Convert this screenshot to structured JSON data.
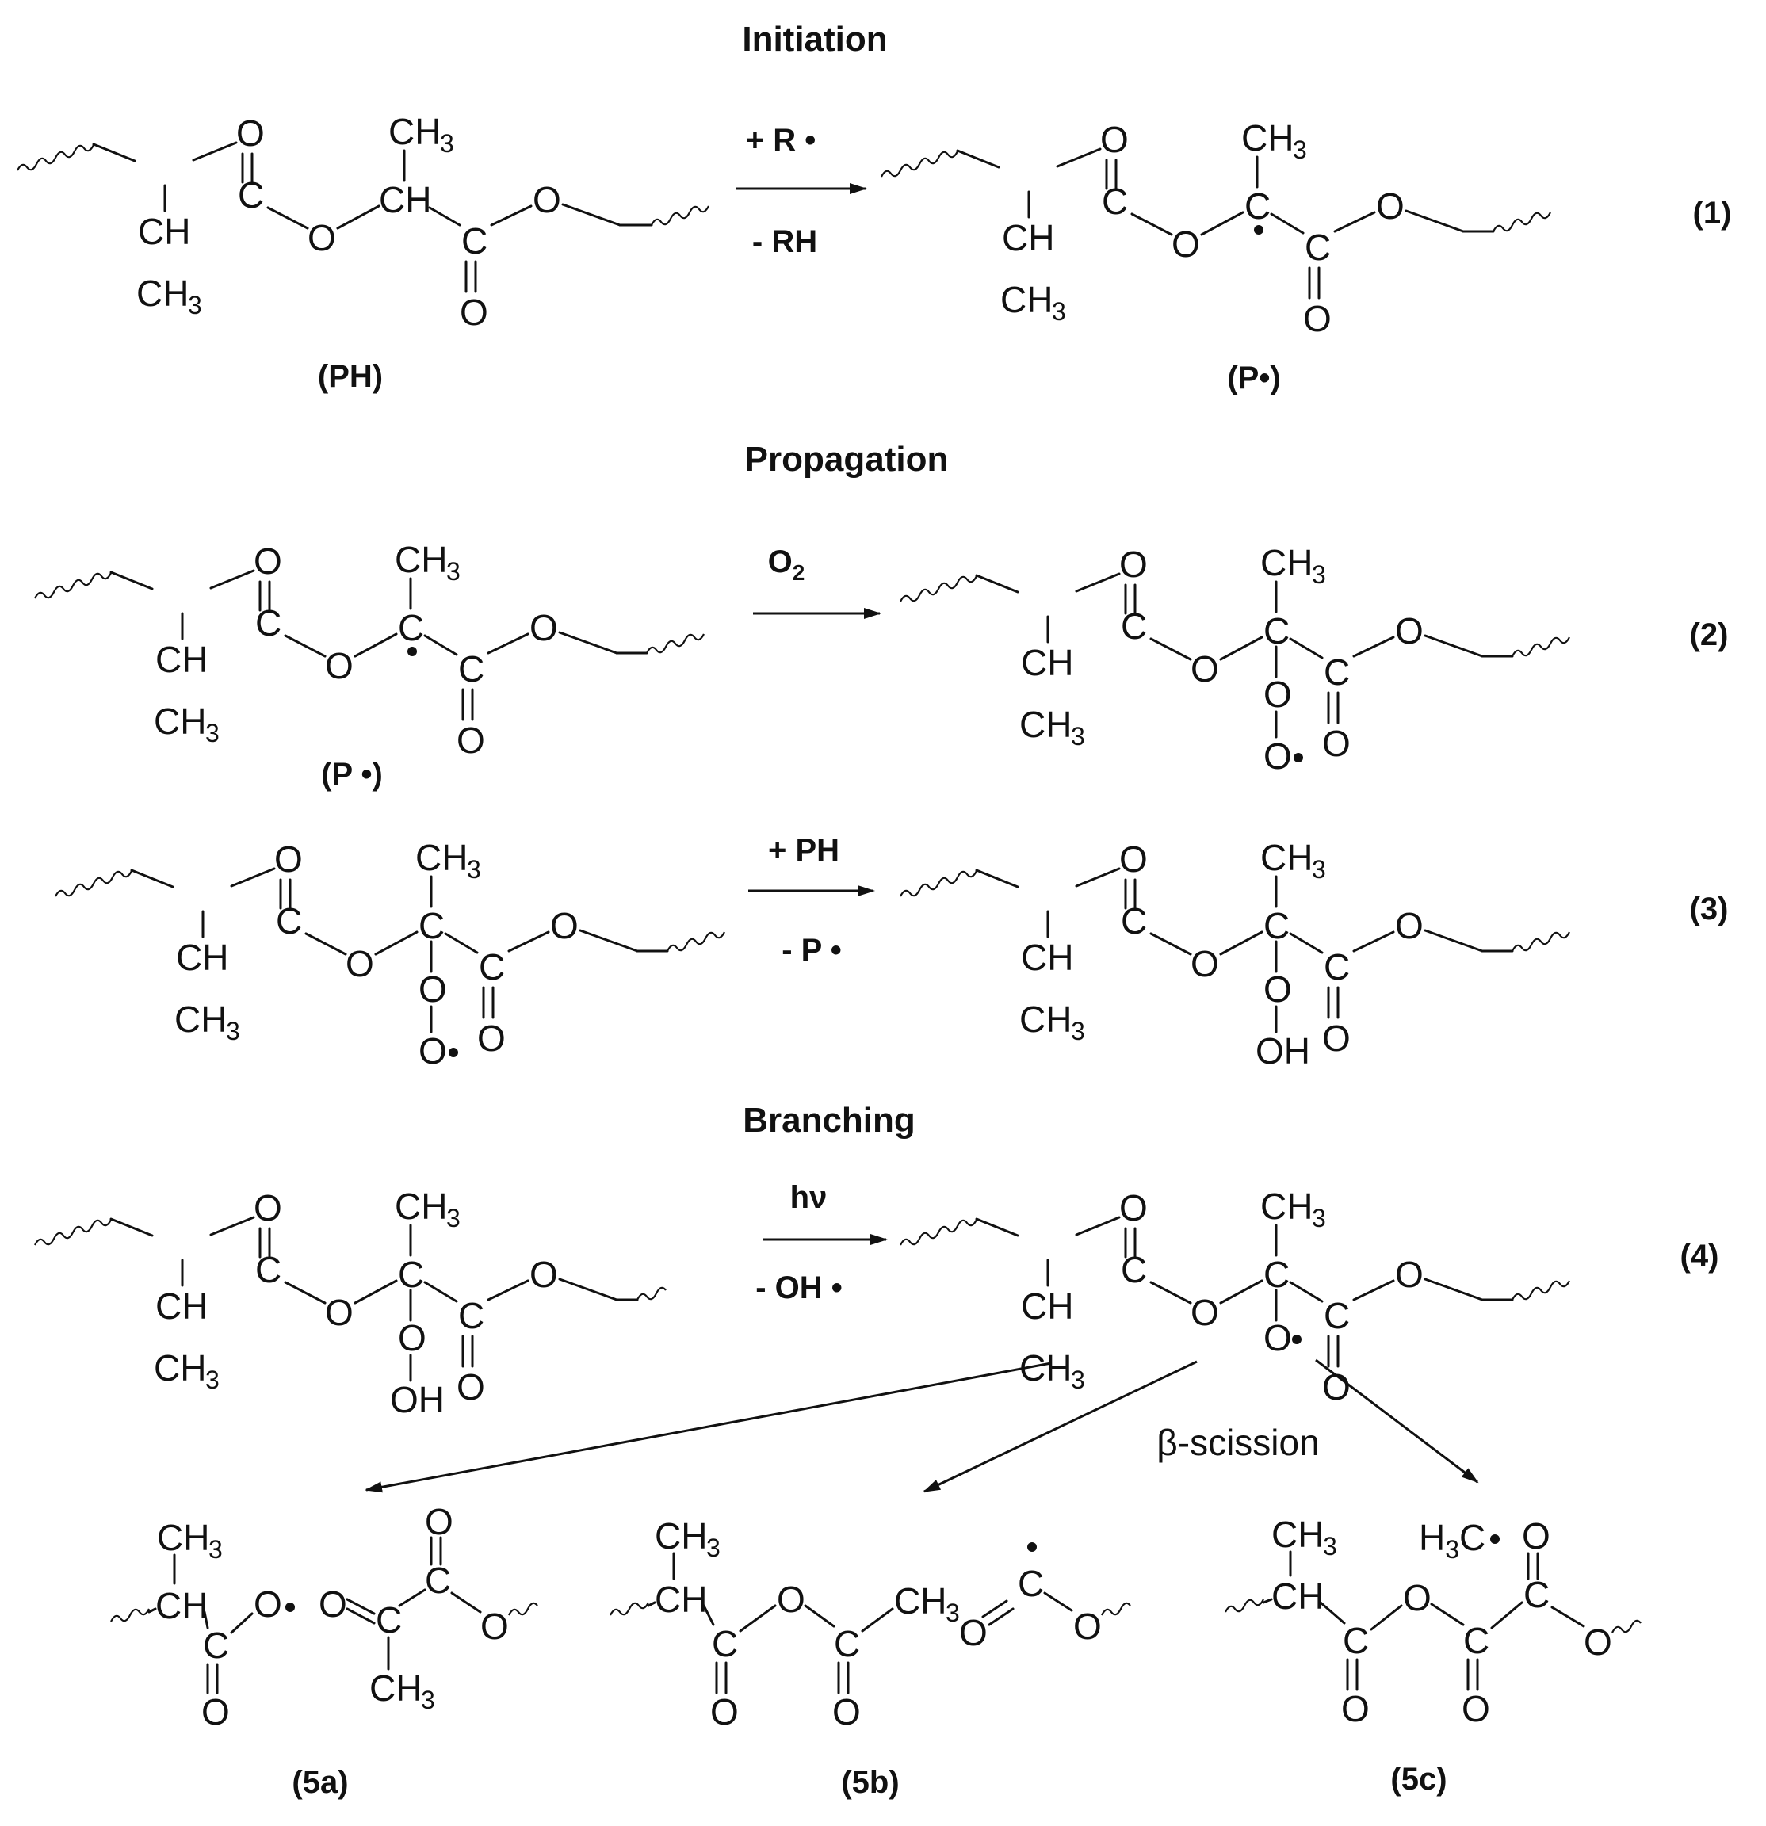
{
  "sections": {
    "initiation": "Initiation",
    "propagation": "Propagation",
    "branching": "Branching"
  },
  "equations": [
    "(1)",
    "(2)",
    "(3)",
    "(4)"
  ],
  "reagents": {
    "r1_top": "+ R •",
    "r1_bottom": "- RH",
    "r2_top": "O",
    "r2_top_sub": "2",
    "r3_top": "+ PH",
    "r3_bottom": "- P •",
    "r4_top": "hν",
    "r4_bottom": "- OH •",
    "beta": "β-scission"
  },
  "compound_labels": {
    "ph": "(PH)",
    "p_radical_1": "(P•)",
    "p_radical_2": "(P •)",
    "c5a": "(5a)",
    "c5b": "(5b)",
    "c5c": "(5c)"
  },
  "atoms": {
    "O": "O",
    "C": "C",
    "CH": "CH",
    "CH3": "CH",
    "sub3": "3",
    "OH": "OH",
    "H3C": "H",
    "radical_dot": "•"
  }
}
